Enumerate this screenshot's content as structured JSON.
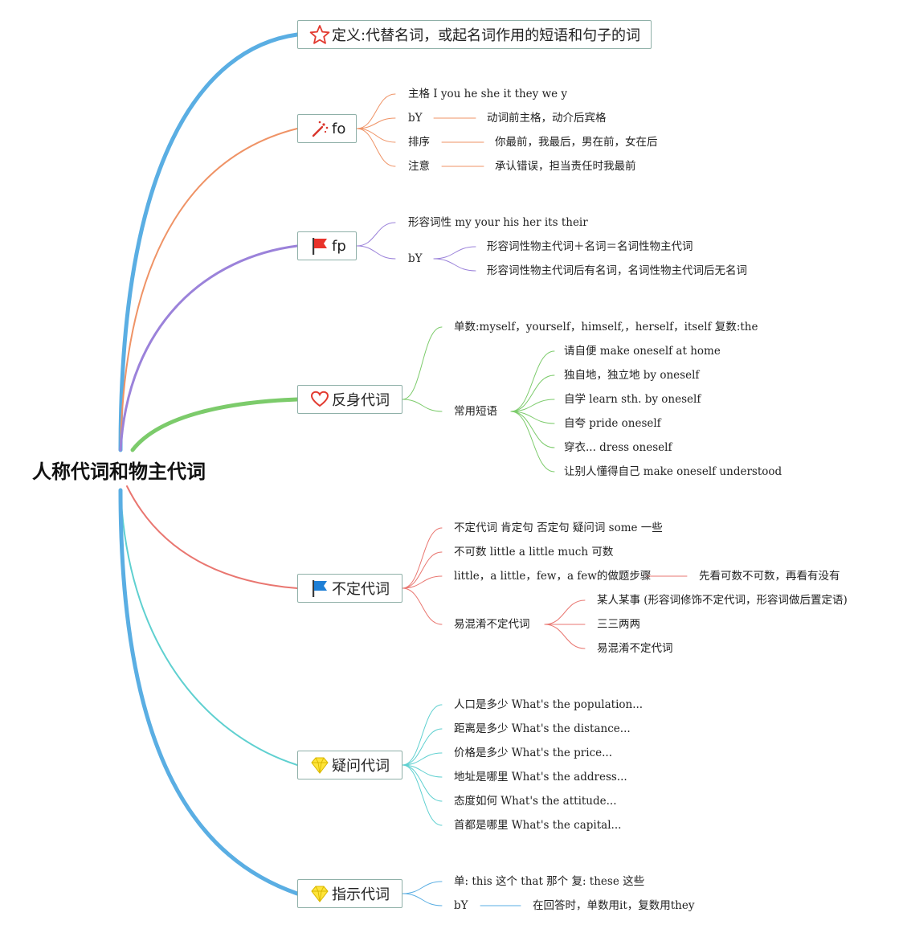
{
  "root": {
    "label": "人称代词和物主代词"
  },
  "topics": [
    {
      "key": "definition",
      "label": "定义:代替名词，或起名词作用的短语和句子的词",
      "icon": "star-icon",
      "color": "#5aaee3"
    },
    {
      "key": "fo",
      "label": "fo",
      "icon": "magic-wand-icon",
      "color": "#ef9366"
    },
    {
      "key": "fp",
      "label": "fp",
      "icon": "red-flag-icon",
      "color": "#9b82da"
    },
    {
      "key": "reflexive",
      "label": "反身代词",
      "icon": "heart-icon",
      "color": "#7ccb6b"
    },
    {
      "key": "indefinite",
      "label": "不定代词",
      "icon": "blue-flag-icon",
      "color": "#e97670"
    },
    {
      "key": "interrogative",
      "label": "疑问代词",
      "icon": "diamond-icon",
      "color": "#5fd0d0"
    },
    {
      "key": "demonstrative",
      "label": "指示代词",
      "icon": "diamond-icon",
      "color": "#5aaee3"
    }
  ],
  "fo": {
    "subject": "主格 I you he she it they we y",
    "by": "bY",
    "by_detail": "动词前主格，动介后宾格",
    "order": "排序",
    "order_detail": "你最前，我最后，男在前，女在后",
    "note": "注意",
    "note_detail": "承认错误，担当责任时我最前"
  },
  "fp": {
    "adjective": "形容词性 my your his her its their",
    "by": "bY",
    "by_items": [
      "形容词性物主代词＋名词＝名词性物主代词",
      "形容词性物主代词后有名词，名词性物主代词后无名词"
    ]
  },
  "reflexive": {
    "singular_plural": "单数:myself，yourself，himself,，herself，itself 复数:the",
    "phrases_label": "常用短语",
    "phrases": [
      "请自便 make oneself at home",
      "独自地，独立地 by oneself",
      "自学 learn sth. by oneself",
      "自夸 pride oneself",
      "穿衣... dress oneself",
      "让别人懂得自己 make oneself understood"
    ]
  },
  "indefinite": {
    "items": [
      "不定代词 肯定句 否定句 疑问词 some 一些",
      "不可数 little a little much 可数",
      "little，a little，few，a few的做题步骤"
    ],
    "steps_detail": "先看可数不可数，再看有没有",
    "confusing_label": "易混淆不定代词",
    "confusing_items": [
      "某人某事 (形容词修饰不定代词，形容词做后置定语)",
      "三三两两",
      "易混淆不定代词"
    ]
  },
  "interrogative": {
    "items": [
      "人口是多少 What's the population...",
      "距离是多少 What's the distance...",
      "价格是多少 What's the price...",
      "地址是哪里 What's the address...",
      "态度如何 What's the attitude...",
      "首都是哪里 What's the capital..."
    ]
  },
  "demonstrative": {
    "singular": "单: this 这个 that 那个 复: these 这些",
    "by": "bY",
    "by_detail": "在回答时，单数用it，复数用they"
  }
}
